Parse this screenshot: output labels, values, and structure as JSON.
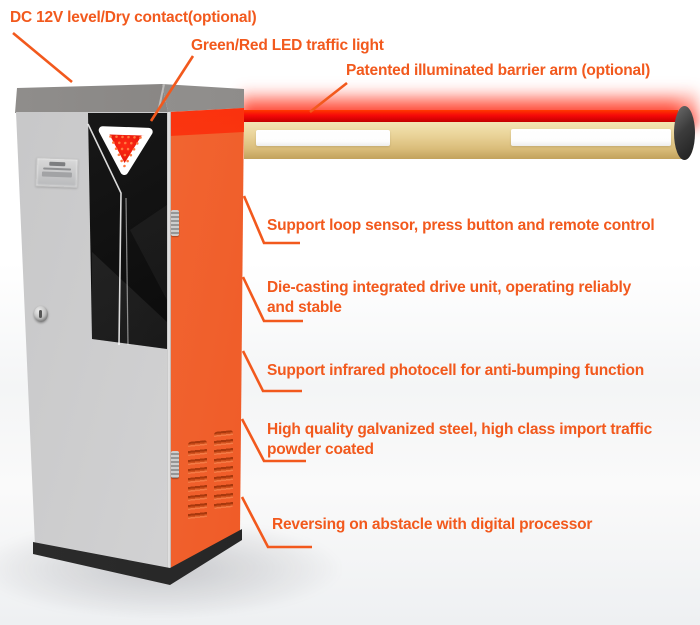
{
  "annotations": {
    "dc_power": "DC 12V level/Dry contact(optional)",
    "traffic_light": "Green/Red LED traffic light",
    "barrier_arm": "Patented illuminated barrier arm (optional)",
    "loop_sensor": "Support loop sensor, press button and remote control",
    "drive_unit": "Die-casting integrated drive unit, operating reliably\nand stable",
    "photocell": "Support infrared photocell for anti-bumping function",
    "steel_body": "High quality galvanized steel, high class import traffic\npowder coated",
    "reversing": "Reversing on abstacle with digital processor"
  },
  "colors": {
    "accent_orange": "#f2591d",
    "cabinet_orange": "#ef5a26",
    "cabinet_gray": "#d4d4d5",
    "cap_gray": "#8a8886",
    "panel_black": "#0a0a0a",
    "arm_beige": "#e9d297",
    "arm_led_red": "#f60909",
    "stripe_white": "#ffffff",
    "plinth_dark": "#232323"
  }
}
